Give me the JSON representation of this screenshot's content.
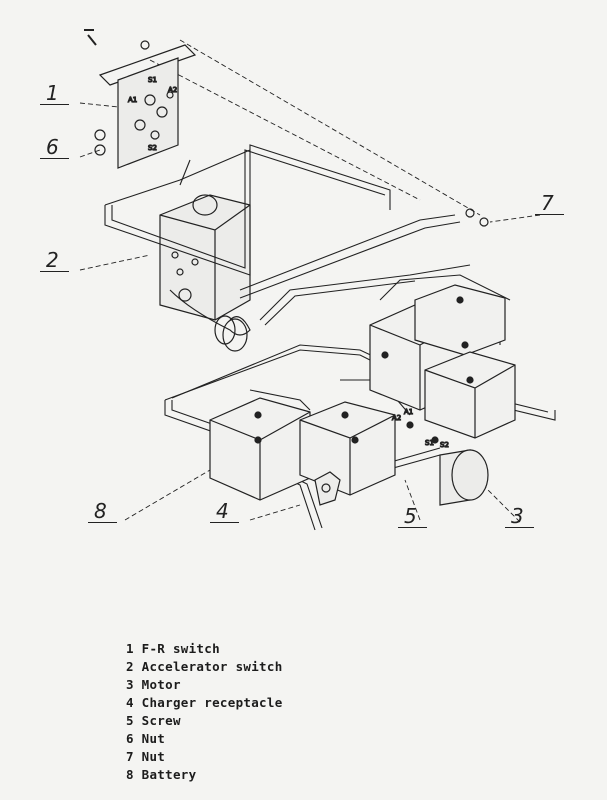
{
  "diagram": {
    "callouts": [
      {
        "number": "1"
      },
      {
        "number": "6"
      },
      {
        "number": "2"
      },
      {
        "number": "7"
      },
      {
        "number": "8"
      },
      {
        "number": "4"
      },
      {
        "number": "5"
      },
      {
        "number": "3"
      }
    ],
    "terminal_tags": [
      "S1",
      "A2",
      "A1",
      "S2",
      "A2",
      "A1",
      "S1",
      "S2"
    ]
  },
  "legend": {
    "items": [
      {
        "number": "1",
        "label": "F-R switch"
      },
      {
        "number": "2",
        "label": "Accelerator switch"
      },
      {
        "number": "3",
        "label": "Motor"
      },
      {
        "number": "4",
        "label": "Charger receptacle"
      },
      {
        "number": "5",
        "label": "Screw"
      },
      {
        "number": "6",
        "label": "Nut"
      },
      {
        "number": "7",
        "label": "Nut"
      },
      {
        "number": "8",
        "label": "Battery"
      }
    ]
  }
}
